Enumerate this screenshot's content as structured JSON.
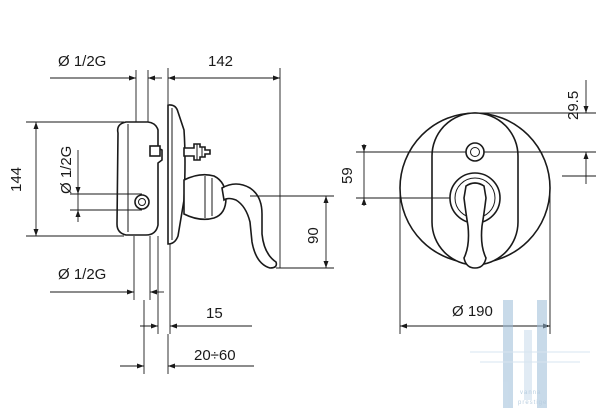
{
  "dimensions": {
    "thread_top": "Ø 1/2G",
    "depth_142": "142",
    "height_144": "144",
    "thread_side": "Ø 1/2G",
    "thread_bottom": "Ø 1/2G",
    "plate_15": "15",
    "range_20_60": "20÷60",
    "handle_90": "90",
    "offset_59": "59",
    "offset_29_5": "29.5",
    "diameter_190": "Ø 190"
  },
  "watermark": {
    "brand_text": "vanna",
    "brand_sub": "prestige"
  },
  "colors": {
    "line": "#1a1a1a",
    "watermark": "#7fa6c6"
  }
}
